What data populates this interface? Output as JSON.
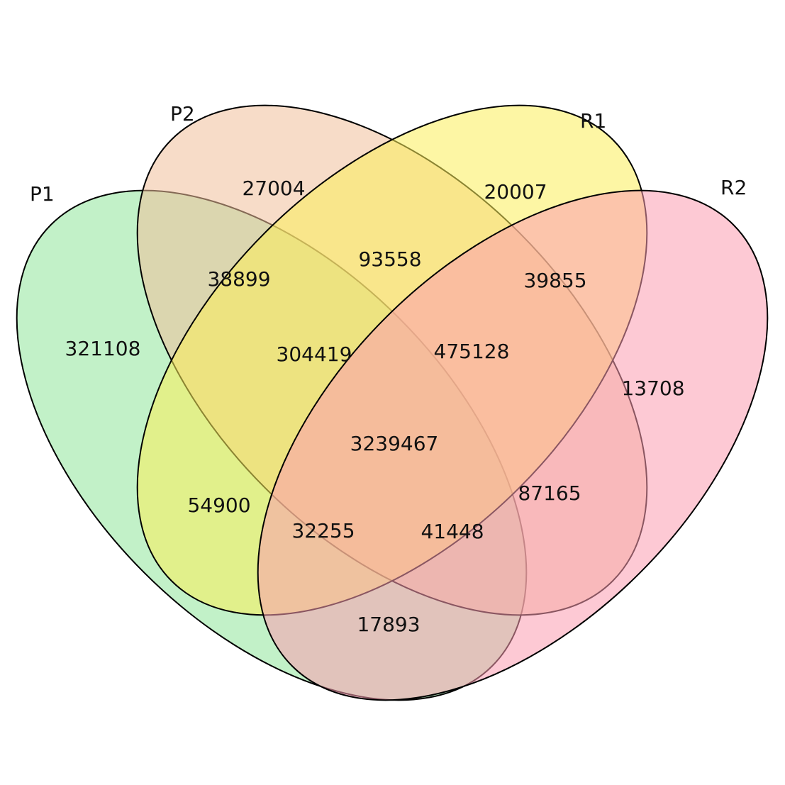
{
  "sets": [
    {
      "id": "P1",
      "label": "P1",
      "color": "#8fe59a"
    },
    {
      "id": "P2",
      "label": "P2",
      "color": "#f0c09a"
    },
    {
      "id": "R1",
      "label": "R1",
      "color": "#fbee5a"
    },
    {
      "id": "R2",
      "label": "R2",
      "color": "#fb9cb0"
    }
  ],
  "regions": [
    {
      "sets": [
        "P1"
      ],
      "count": "321108"
    },
    {
      "sets": [
        "P2"
      ],
      "count": "27004"
    },
    {
      "sets": [
        "R1"
      ],
      "count": "20007"
    },
    {
      "sets": [
        "R2"
      ],
      "count": "13708"
    },
    {
      "sets": [
        "P1",
        "P2"
      ],
      "count": "38899"
    },
    {
      "sets": [
        "P2",
        "R1"
      ],
      "count": "93558"
    },
    {
      "sets": [
        "R1",
        "R2"
      ],
      "count": "39855"
    },
    {
      "sets": [
        "P1",
        "P2",
        "R1"
      ],
      "count": "304419"
    },
    {
      "sets": [
        "P2",
        "R1",
        "R2"
      ],
      "count": "475128"
    },
    {
      "sets": [
        "P1",
        "P2",
        "R1",
        "R2"
      ],
      "count": "3239467"
    },
    {
      "sets": [
        "P1",
        "R1"
      ],
      "count": "54900"
    },
    {
      "sets": [
        "P2",
        "R2"
      ],
      "count": "87165"
    },
    {
      "sets": [
        "P1",
        "R1",
        "R2"
      ],
      "count": "32255"
    },
    {
      "sets": [
        "P1",
        "P2",
        "R2"
      ],
      "count": "41448"
    },
    {
      "sets": [
        "P1",
        "R2"
      ],
      "count": "17893"
    }
  ]
}
